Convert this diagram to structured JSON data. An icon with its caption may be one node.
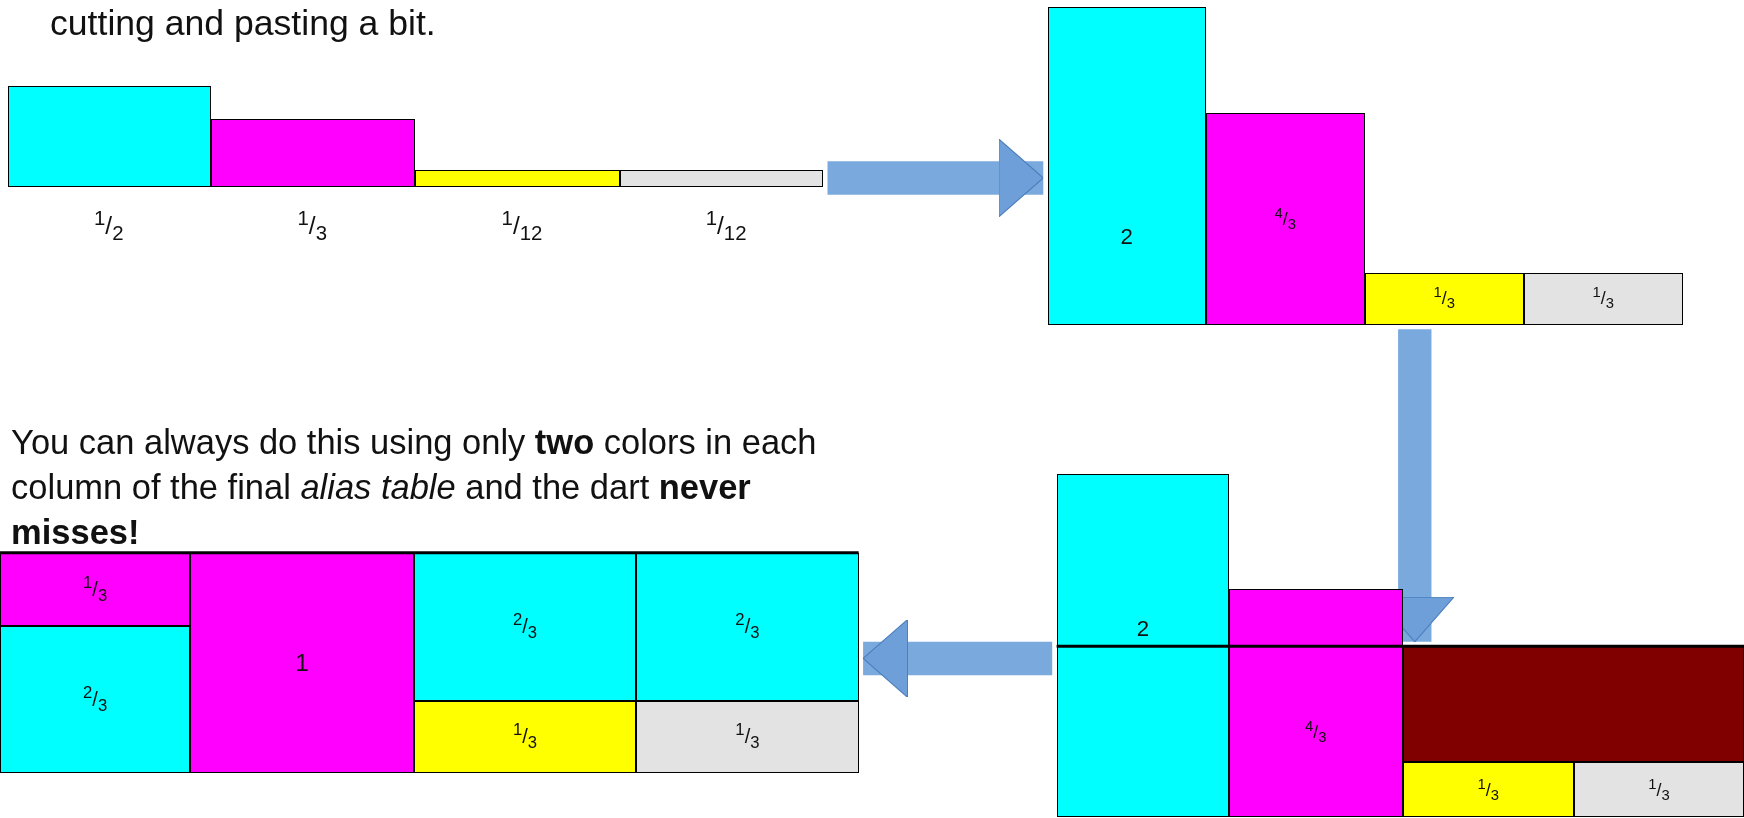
{
  "diagram": {
    "nodes": [
      {
        "text": [],
        "shape": "box",
        "beside": [
          "$^{1}$/$_{2}$"
        ]
      },
      {
        "text": [],
        "shape": "box",
        "beside": [
          "$^{1}$/$_{3}$"
        ]
      },
      {
        "text": [],
        "shape": "box",
        "beside": [
          "$^{1}$/$_{12}$"
        ]
      },
      {
        "text": [],
        "shape": "box",
        "beside": [
          "$^{1}$/$_{12}$"
        ]
      },
      {
        "text": [
          "2"
        ]
      },
      {
        "text": [
          "$^{4}$/$_{3}$"
        ]
      },
      {
        "text": [
          "$^{1}$/$_{3}$"
        ]
      },
      {
        "text": [
          "$^{1}$/$_{3}$"
        ]
      },
      {
        "text": [
          "2"
        ]
      },
      {
        "text": [],
        "shape": "box"
      },
      {
        "text": [],
        "shape": "box"
      },
      {
        "text": [
          "$^{4}$/$_{3}$"
        ]
      },
      {
        "text": [],
        "shape": "box"
      },
      {
        "text": [
          "$^{1}$/$_{3}$"
        ]
      },
      {
        "text": [
          "$^{1}$/$_{3}$"
        ]
      },
      {
        "text": [
          "$^{1}$/$_{3}$"
        ]
      },
      {
        "text": [
          "1"
        ]
      },
      {
        "text": [
          "$^{2}$/$_{3}$"
        ]
      },
      {
        "text": [
          "$^{2}$/$_{3}$"
        ]
      },
      {
        "text": [
          "$^{2}$/$_{3}$"
        ]
      },
      {
        "text": [
          "$^{1}$/$_{3}$"
        ]
      },
      {
        "text": [
          "$^{1}$/$_{3}$"
        ]
      }
    ],
    "edges": [
      {
        "from": 3,
        "to": 4,
        "arrow": "to"
      },
      {
        "from": 6,
        "to": 12,
        "arrow": "to"
      },
      {
        "from": 10,
        "to": 18,
        "arrow": "to"
      }
    ],
    "labels": [
      "cutting and pasting a bit.",
      "You can always do this using only **two** colors in each column of the final *alias table* and the dart **never misses!**"
    ]
  }
}
